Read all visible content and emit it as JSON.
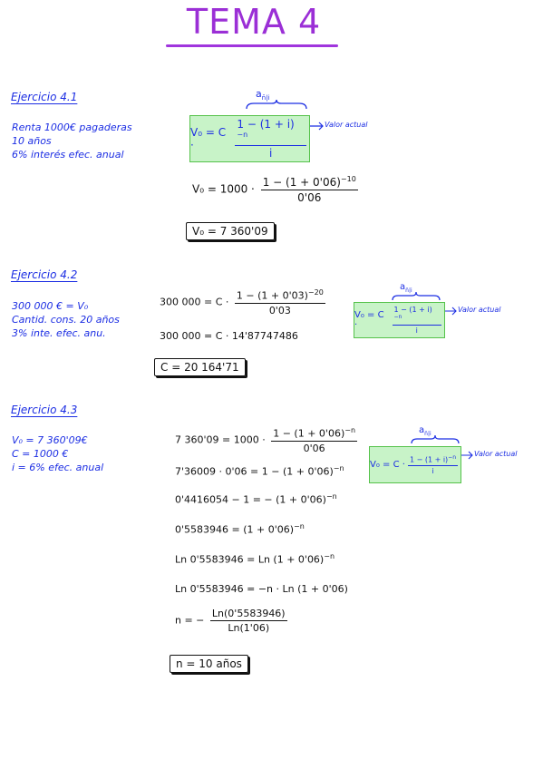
{
  "title": "TEMA 4",
  "colors": {
    "title": "#9b2fd6",
    "ink_blue": "#1b2de3",
    "box_fill": "#c8f3c8",
    "box_border": "#55c24a"
  },
  "ex1": {
    "heading": "Ejercicio 4.1",
    "notes": [
      "Renta 1000€ pagaderas",
      "10 años",
      "6% interés efec. anual"
    ],
    "brace_label": "a",
    "brace_sub": "n̄|i",
    "formula_left": "V₀ = C ·",
    "formula_num": "1 − (1 + i)",
    "formula_exp": "−n",
    "formula_den": "i",
    "arrow_label": "Valor actual",
    "step_left": "V₀ = 1000 ·",
    "step_num": "1 − (1 + 0'06)",
    "step_exp": "−10",
    "step_den": "0'06",
    "result": "V₀ = 7 360'09"
  },
  "ex2": {
    "heading": "Ejercicio 4.2",
    "notes": [
      "300 000 € = V₀",
      "Cantid. cons. 20 años",
      "3% inte. efec. anu."
    ],
    "step1_left": "300 000 = C ·",
    "step1_num": "1 − (1 + 0'03)",
    "step1_exp": "−20",
    "step1_den": "0'03",
    "step2": "300 000 = C · 14'87747486",
    "result": "C = 20 164'71",
    "brace_label": "a",
    "brace_sub": "n̄|i",
    "formula_left": "V₀ = C ·",
    "formula_num": "1 − (1 + i)",
    "formula_exp": "−n",
    "formula_den": "i",
    "arrow_label": "Valor actual"
  },
  "ex3": {
    "heading": "Ejercicio 4.3",
    "notes": [
      "V₀ = 7 360'09€",
      "C = 1000 €",
      "i = 6% efec. anual"
    ],
    "step1_left": "7 360'09 = 1000 ·",
    "step1_num": "1 − (1 + 0'06)",
    "step1_exp": "−n",
    "step1_den": "0'06",
    "step2": "7'36009 · 0'06 = 1 − (1 + 0'06)",
    "step2_exp": "−n",
    "step3": "0'4416054 − 1 = − (1 + 0'06)",
    "step3_exp": "−n",
    "step4": "0'5583946 = (1 + 0'06)",
    "step4_exp": "−n",
    "step5": "Ln 0'5583946 = Ln (1 + 0'06)",
    "step5_exp": "−n",
    "step6": "Ln 0'5583946 = −n · Ln (1 + 0'06)",
    "step7_left": "n = −",
    "step7_num": "Ln(0'5583946)",
    "step7_den": "Ln(1'06)",
    "result": "n = 10 años",
    "brace_label": "a",
    "brace_sub": "n̄|i",
    "formula_left": "V₀ = C ·",
    "formula_num": "1 − (1 + i)",
    "formula_exp": "−n",
    "formula_den": "i",
    "arrow_label": "Valor actual"
  }
}
